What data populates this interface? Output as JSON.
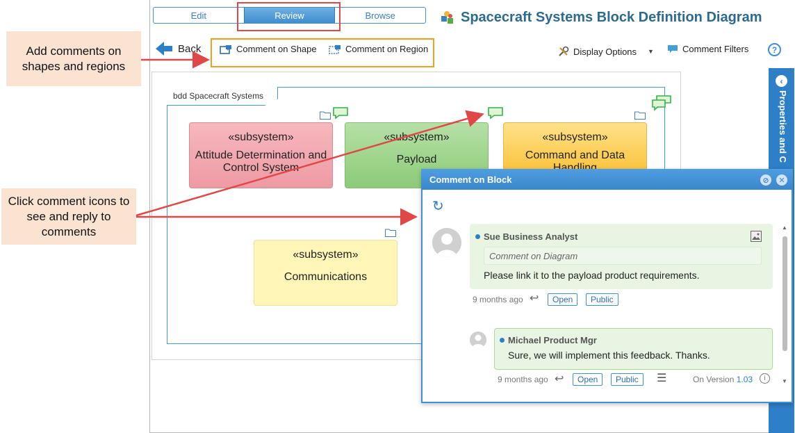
{
  "mode_tabs": [
    {
      "label": "Edit",
      "active": false
    },
    {
      "label": "Review",
      "active": true
    },
    {
      "label": "Browse",
      "active": false
    }
  ],
  "page_title": "Spacecraft Systems Block Definition Diagram",
  "toolbar": {
    "back_label": "Back",
    "comment_on_shape_label": "Comment on Shape",
    "comment_on_region_label": "Comment on Region",
    "display_options_label": "Display Options",
    "comment_filters_label": "Comment Filters",
    "help_label": "?"
  },
  "diagram": {
    "frame_label": "bdd Spacecraft Systems",
    "blocks": [
      {
        "stereotype": "«subsystem»",
        "name": "Attitude Determination and Control System",
        "color": "#f2a9b0"
      },
      {
        "stereotype": "«subsystem»",
        "name": "Payload",
        "color": "#9fd48c"
      },
      {
        "stereotype": "«subsystem»",
        "name": "Command and Data Handling",
        "color": "#fcd063"
      },
      {
        "stereotype": "«subsystem»",
        "name": "Communications",
        "color": "#fff6b8"
      }
    ]
  },
  "side_panel": {
    "label": "Properties and C"
  },
  "comment_dialog": {
    "title": "Comment on Block",
    "comments": [
      {
        "author": "Sue Business Analyst",
        "context": "Comment on Diagram",
        "text": "Please link it to the payload product requirements.",
        "time": "9 months ago",
        "status": "Open",
        "visibility": "Public"
      },
      {
        "author": "Michael Product Mgr",
        "text": "Sure, we will implement this feedback. Thanks.",
        "time": "9 months ago",
        "status": "Open",
        "visibility": "Public",
        "version_label": "On Version",
        "version": "1.03"
      }
    ]
  },
  "callouts": {
    "comments_shapes": "Add comments on shapes and regions",
    "click_icons": "Click comment icons to see and reply to comments"
  },
  "colors": {
    "accent": "#3f8fd3",
    "title": "#2c6a8f",
    "highlight_red": "#e04848",
    "highlight_orange": "#f0a020",
    "callout_bg": "#fbe3d2",
    "comment_bg": "#e9f5e3"
  },
  "icons": [
    "back-arrow-icon",
    "comment-shape-icon",
    "comment-region-icon",
    "display-options-icon",
    "comment-filters-icon",
    "help-icon",
    "folder-icon",
    "comment-icon",
    "refresh-icon",
    "reply-icon",
    "menu-icon",
    "info-icon",
    "image-icon",
    "minimize-icon",
    "close-icon"
  ]
}
